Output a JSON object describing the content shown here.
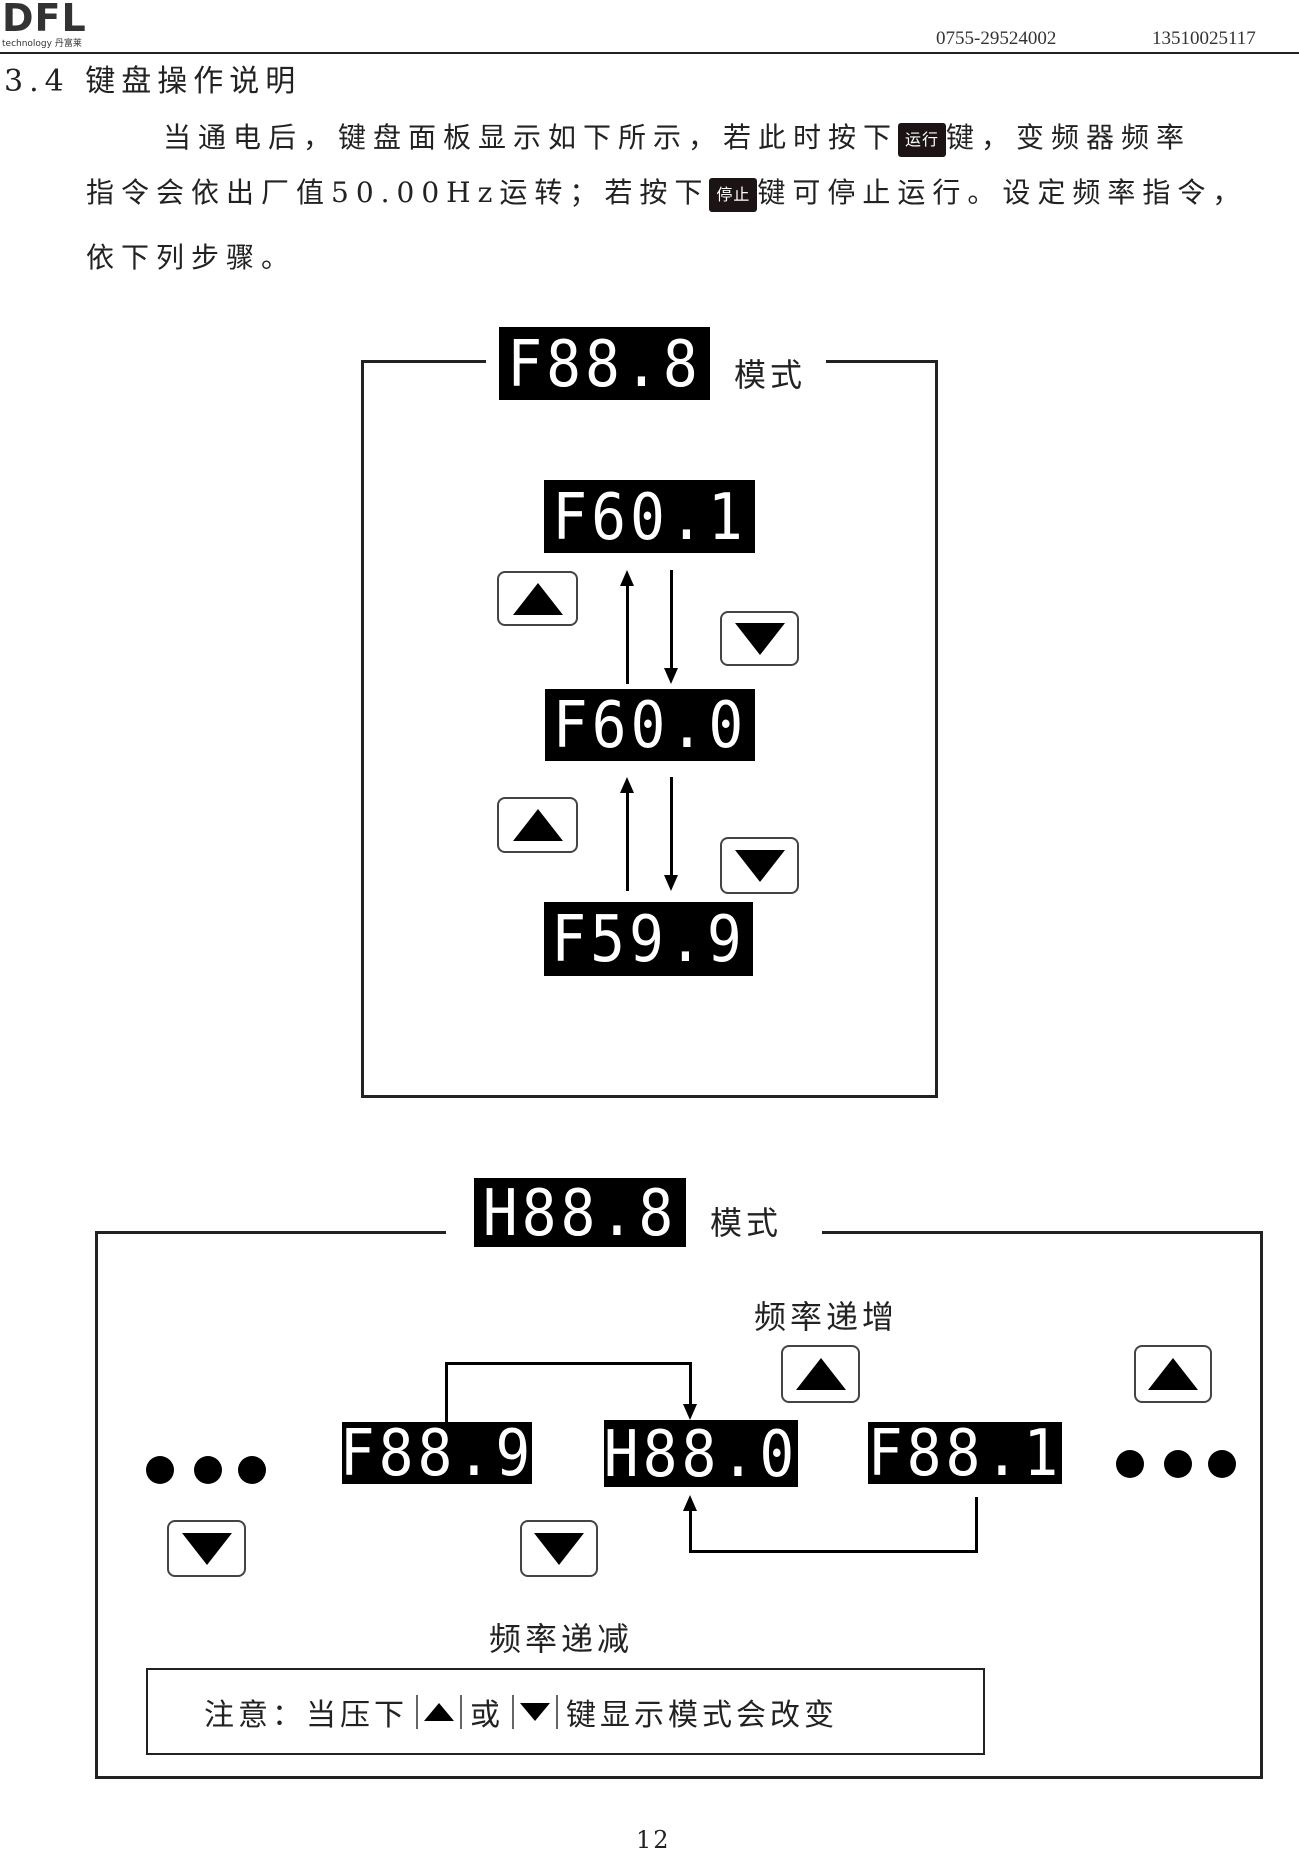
{
  "header": {
    "logo_text": "DFL",
    "logo_sub": "technology 丹富莱",
    "phone1": "0755-29524002",
    "phone2": "13510025117"
  },
  "section": {
    "title": "3.4  键盘操作说明",
    "line1_a": "当通电后，键盘面板显示如下所示，若此时按下",
    "run_key": "运行",
    "line1_b": "键，变频器频率",
    "line2_a": "指令会依出厂值50.00Hz运转；若按下",
    "stop_key": "停止",
    "line2_b": "键可停止运行。设定频率指令，",
    "line3": "依下列步骤。"
  },
  "diagram_f": {
    "mode_display": "F88.8",
    "mode_label": "模式",
    "displays": [
      "F60.1",
      "F60.0",
      "F59.9"
    ]
  },
  "diagram_h": {
    "mode_display": "H88.8",
    "mode_label": "模式",
    "increase_label": "频率递增",
    "decrease_label": "频率递减",
    "displays": [
      "F88.9",
      "H88.0",
      "F88.1"
    ],
    "note_a": "注意：当压下",
    "note_or": "或",
    "note_b": "键显示模式会改变"
  },
  "footer": {
    "page": "12"
  }
}
